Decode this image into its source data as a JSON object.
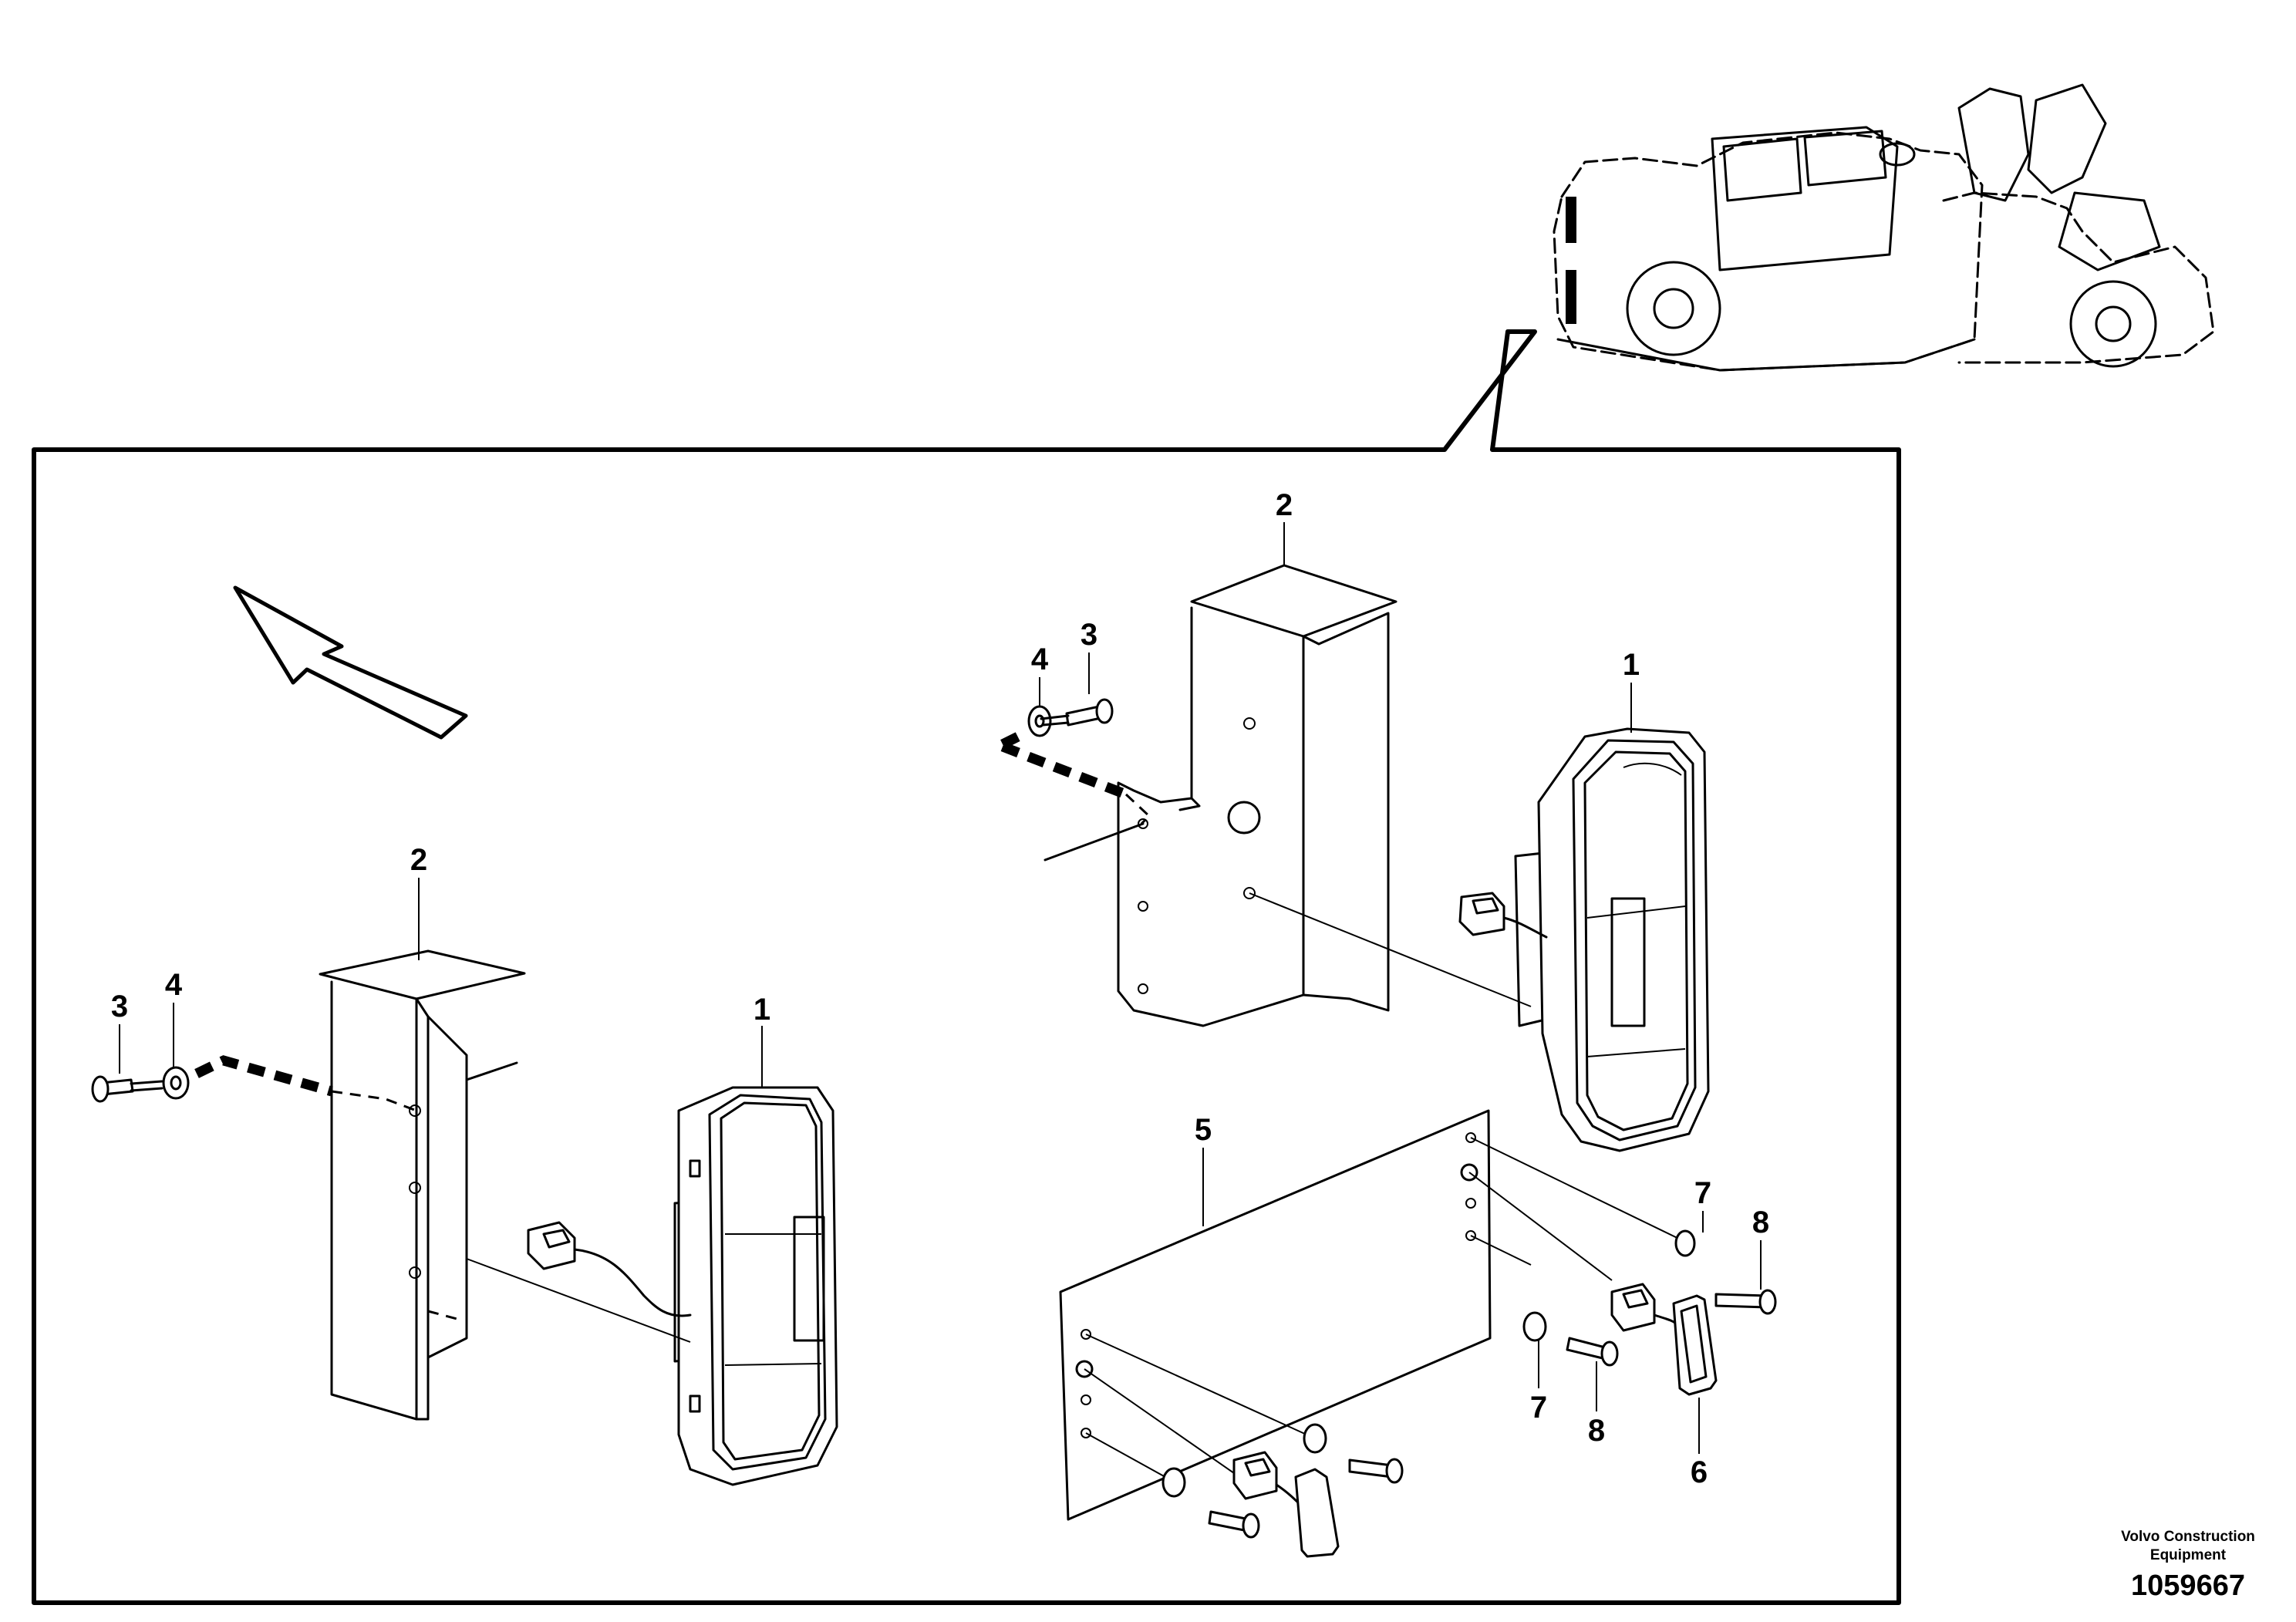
{
  "diagram": {
    "callouts": {
      "left": {
        "lamp": "1",
        "bracket": "2",
        "bolt": "3",
        "washer": "4"
      },
      "right": {
        "lamp": "1",
        "bracket": "2",
        "bolt": "3",
        "washer": "4",
        "plate": "5",
        "small_lamp": "6",
        "washer_a": "7",
        "bolt_a": "8",
        "washer_b": "7",
        "bolt_b": "8"
      }
    },
    "footer": {
      "brand_line1": "Volvo Construction",
      "brand_line2": "Equipment",
      "doc_number": "1059667"
    }
  }
}
